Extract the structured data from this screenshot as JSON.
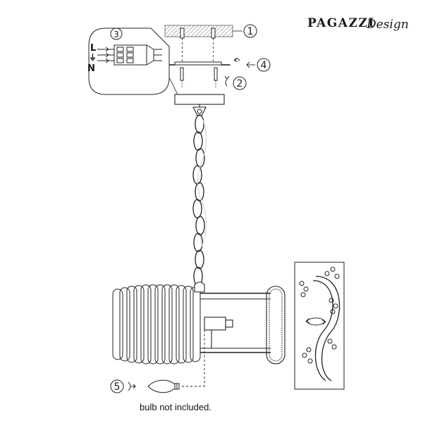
{
  "brand": {
    "name": "PAGAZZI",
    "suffix": "Design"
  },
  "callouts": {
    "step1": "1",
    "step2": "2",
    "step3": "3",
    "step4": "4",
    "step5": "5"
  },
  "wiring": {
    "live": "L",
    "earth": "⏚",
    "neutral": "N"
  },
  "caption": "bulb not included.",
  "colors": {
    "line": "#222222",
    "ceiling_hatch": "#888888",
    "chain_shadow": "#cfcfcf"
  }
}
